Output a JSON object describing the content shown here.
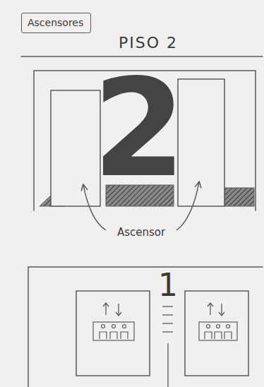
{
  "diagram": {
    "nodes": [
      {
        "text": [
          "Ascensores"
        ]
      }
    ],
    "labels": [
      "PISO 2",
      "2",
      "Ascensor",
      "1"
    ]
  }
}
